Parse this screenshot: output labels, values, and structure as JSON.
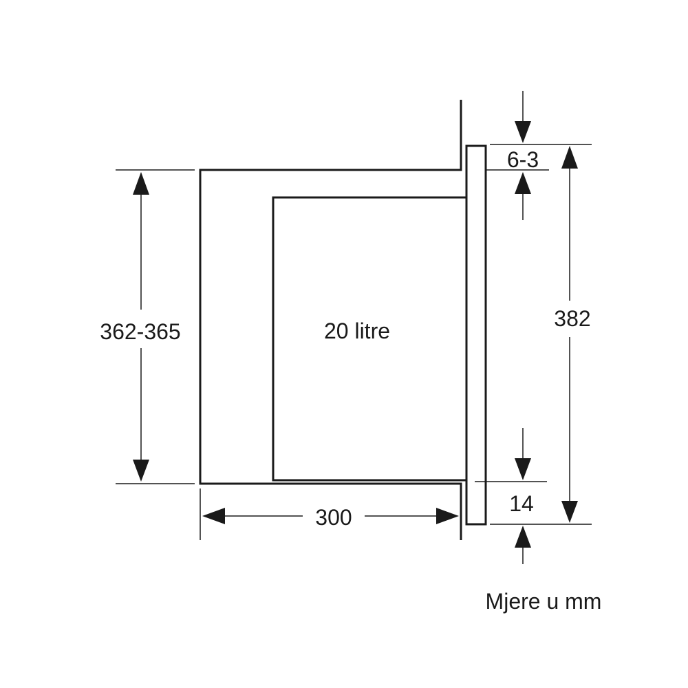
{
  "diagram": {
    "capacity_label": "20 litre",
    "units_label": "Mjere u mm",
    "dimensions": {
      "niche_height": "362-365",
      "niche_depth": "300",
      "front_height": "382",
      "top_gap": "6-3",
      "bottom_offset": "14"
    }
  }
}
